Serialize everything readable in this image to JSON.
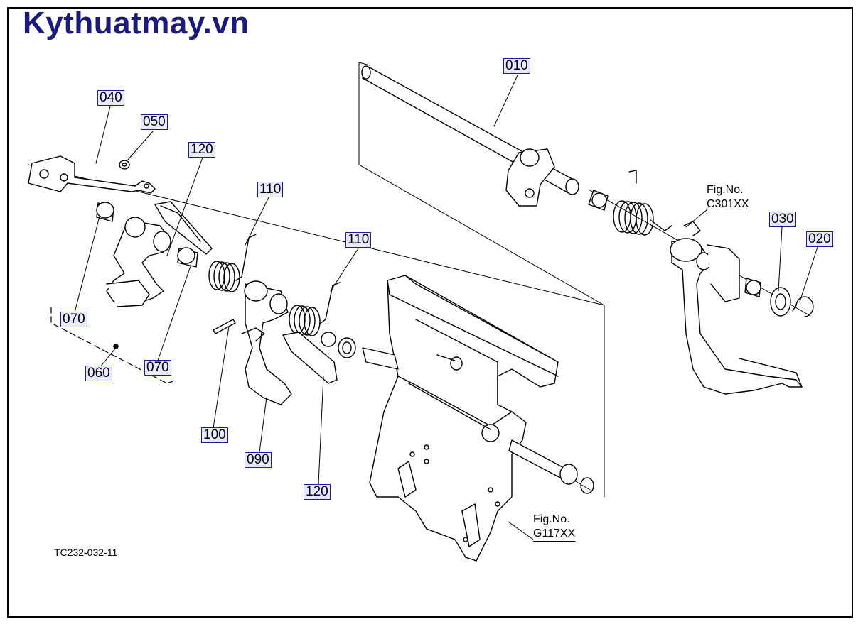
{
  "brand": {
    "text": "Kythuatmay.vn",
    "color": "#1a1a7a"
  },
  "callouts": [
    {
      "id": "c010",
      "label": "010"
    },
    {
      "id": "c020",
      "label": "020"
    },
    {
      "id": "c030",
      "label": "030"
    },
    {
      "id": "c040",
      "label": "040"
    },
    {
      "id": "c050",
      "label": "050"
    },
    {
      "id": "c060",
      "label": "060"
    },
    {
      "id": "c070a",
      "label": "070"
    },
    {
      "id": "c070b",
      "label": "070"
    },
    {
      "id": "c090",
      "label": "090"
    },
    {
      "id": "c100",
      "label": "100"
    },
    {
      "id": "c110a",
      "label": "110"
    },
    {
      "id": "c110b",
      "label": "110"
    },
    {
      "id": "c120a",
      "label": "120"
    },
    {
      "id": "c120b",
      "label": "120"
    }
  ],
  "fig_refs": [
    {
      "line1": "Fig.No.",
      "line2": "C301XX"
    },
    {
      "line1": "Fig.No.",
      "line2": "G117XX"
    }
  ],
  "drawing_code": "TC232-032-11"
}
